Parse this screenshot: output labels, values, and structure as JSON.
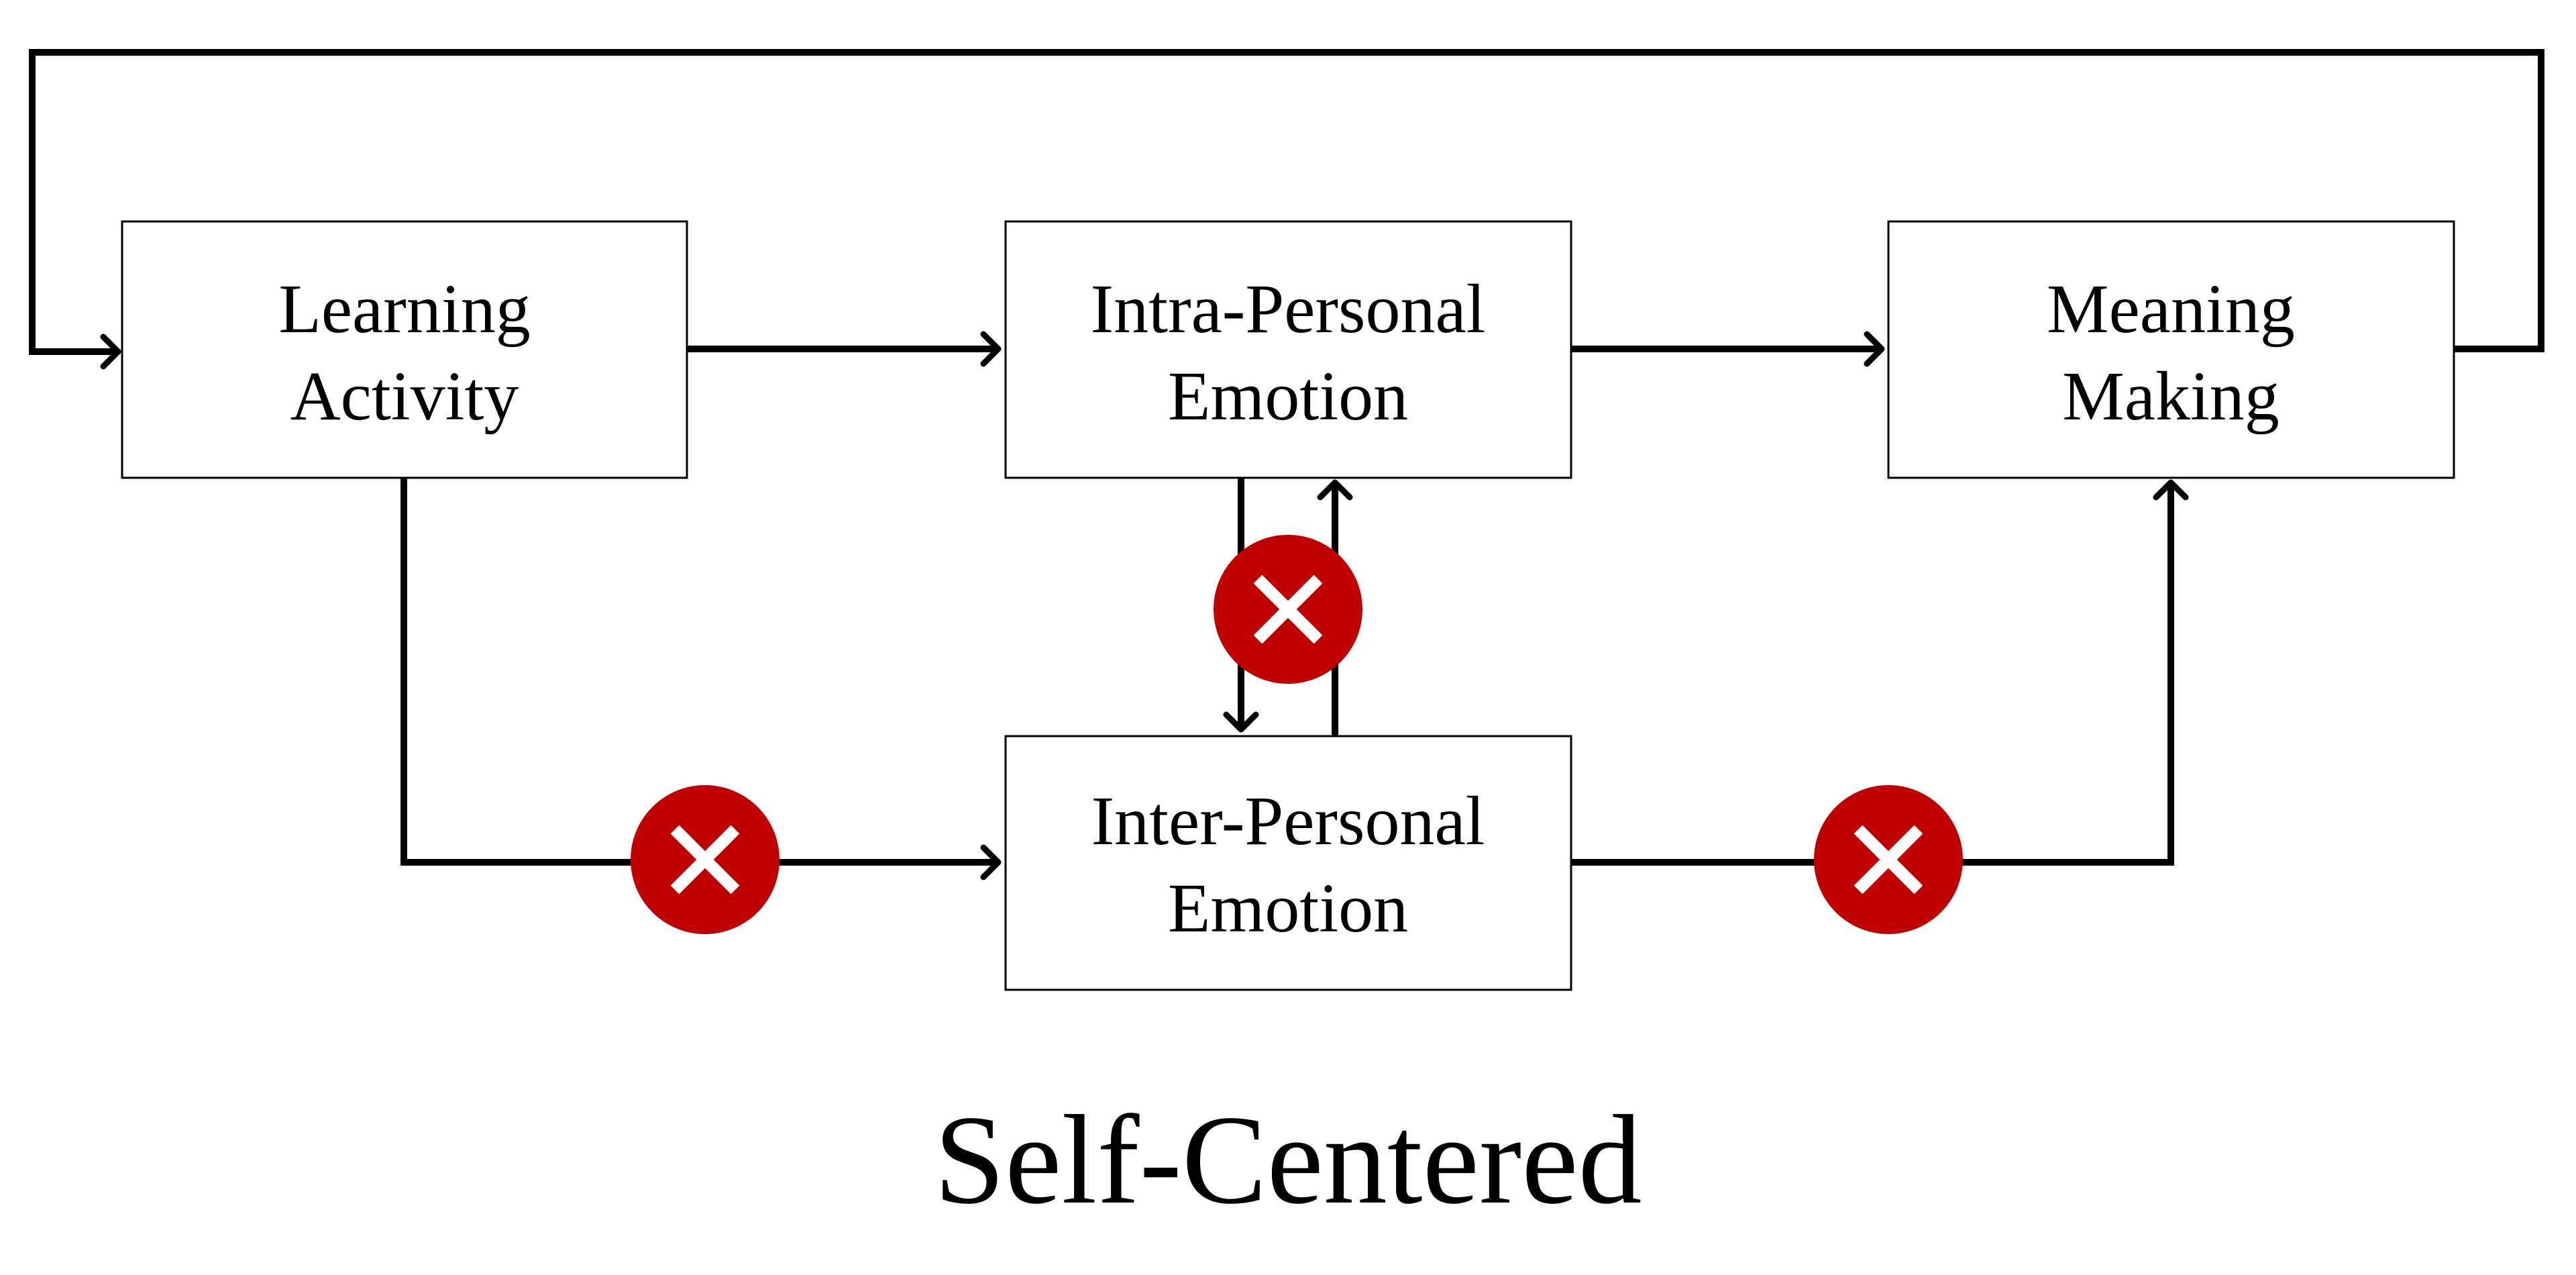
{
  "title": "Self-Centered",
  "colors": {
    "line": "#000000",
    "block_marker": "#c00000",
    "block_mark_glyph": "#ffffff",
    "box_fill": "#ffffff"
  },
  "nodes": {
    "learning_activity": {
      "line1": "Learning",
      "line2": "Activity"
    },
    "intra_personal_emotion": {
      "line1": "Intra-Personal",
      "line2": "Emotion"
    },
    "meaning_making": {
      "line1": "Meaning",
      "line2": "Making"
    },
    "inter_personal_emotion": {
      "line1": "Inter-Personal",
      "line2": "Emotion"
    }
  },
  "edges": [
    {
      "from": "learning_activity",
      "to": "intra_personal_emotion",
      "blocked": false
    },
    {
      "from": "intra_personal_emotion",
      "to": "meaning_making",
      "blocked": false
    },
    {
      "from": "meaning_making",
      "to": "learning_activity",
      "blocked": false
    },
    {
      "from": "learning_activity",
      "to": "inter_personal_emotion",
      "blocked": true
    },
    {
      "from": "inter_personal_emotion",
      "to": "meaning_making",
      "blocked": true
    },
    {
      "from": "intra_personal_emotion",
      "to": "inter_personal_emotion",
      "blocked": true
    },
    {
      "from": "inter_personal_emotion",
      "to": "intra_personal_emotion",
      "blocked": true
    }
  ],
  "block_marker_icon": "x-in-red-circle"
}
